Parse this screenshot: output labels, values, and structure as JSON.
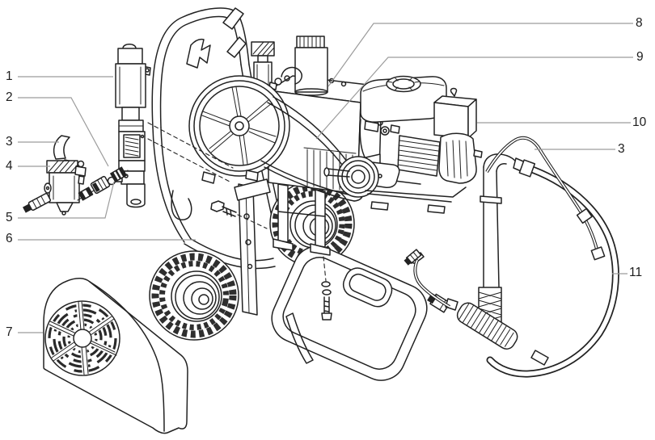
{
  "page": {
    "background": "#ffffff"
  },
  "diagram": {
    "kind": "exploded-parts-diagram",
    "subject": "gas-powered airless sprayer on cart",
    "ink_color": "#222222",
    "leader_line_color": "#9c9c9c",
    "label_color": "#1c1c1c",
    "callouts": [
      {
        "label": "1",
        "part": "fluid-section-pump"
      },
      {
        "label": "2",
        "part": "inlet-fitting"
      },
      {
        "label": "3",
        "part": "drain-valve-handle"
      },
      {
        "label": "4",
        "part": "filter-valve-assembly"
      },
      {
        "label": "5",
        "part": "outlet-fitting"
      },
      {
        "label": "6",
        "part": "cart-frame"
      },
      {
        "label": "7",
        "part": "belt-guard"
      },
      {
        "label": "8",
        "part": "pump-drive-assembly"
      },
      {
        "label": "9",
        "part": "drive-belt"
      },
      {
        "label": "10",
        "part": "gas-engine"
      },
      {
        "label": "3",
        "part": "bleed-hose"
      },
      {
        "label": "11",
        "part": "siphon-hose-assembly"
      }
    ]
  }
}
